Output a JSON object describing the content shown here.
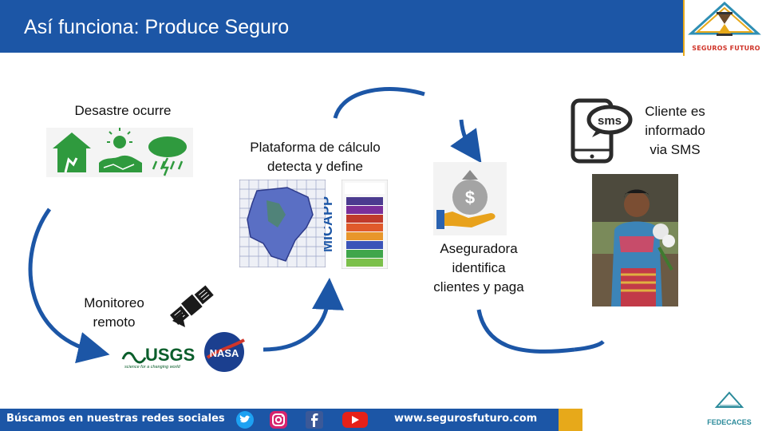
{
  "header": {
    "title": "Así funciona: Produce Seguro"
  },
  "logo": {
    "caption": "SEGUROS FUTURO",
    "icon": "hourglass-icon"
  },
  "steps": {
    "disaster": "Desastre ocurre",
    "platform": [
      "Plataforma de cálculo",
      "detecta y define"
    ],
    "client": [
      "Cliente es",
      "informado",
      "via SMS"
    ],
    "insurer": [
      "Aseguradora",
      "identifica",
      "clientes y paga"
    ],
    "monitoring": [
      "Monitoreo",
      "remoto"
    ]
  },
  "logos": {
    "usgs": "USGS",
    "usgs_tagline": "science for a changing world",
    "nasa": "NASA",
    "micapp": "MICAPP",
    "sms": "sms",
    "fedecaces": "FEDECACES"
  },
  "footer": {
    "social_text": "Búscamos en nuestras redes sociales",
    "website": "www.segurosfuturo.com"
  },
  "colors": {
    "brand_blue": "#1c56a6",
    "accent_yellow": "#e7a91a",
    "arrow_blue": "#1c56a6",
    "disaster_green": "#2f9a3e"
  }
}
